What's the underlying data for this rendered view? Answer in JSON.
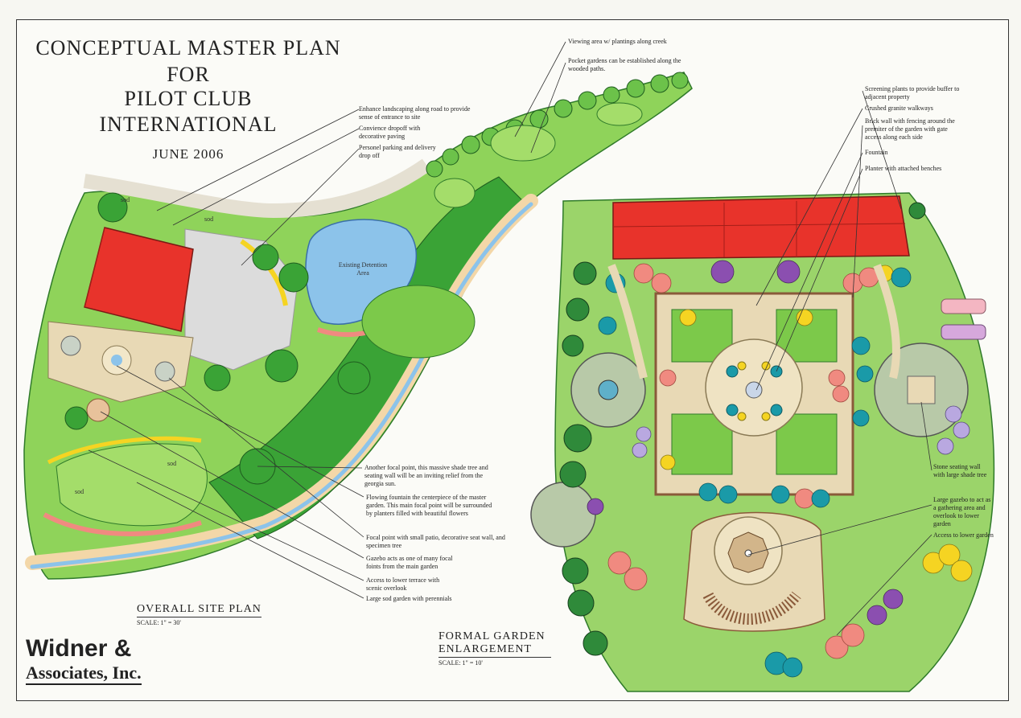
{
  "title": {
    "line1": "CONCEPTUAL MASTER PLAN",
    "line2": "FOR",
    "line3": "PILOT CLUB",
    "line4": "INTERNATIONAL",
    "date": "JUNE 2006"
  },
  "site_plan": {
    "title": "OVERALL SITE PLAN",
    "scale": "SCALE:  1\" = 30'",
    "labels": {
      "sod1": "sod",
      "sod2": "sod",
      "sod3": "sod",
      "sod4": "sod",
      "pond": "Existing Detention Area"
    }
  },
  "garden_plan": {
    "title_line1": "FORMAL GARDEN",
    "title_line2": "ENLARGEMENT",
    "scale": "SCALE:  1\" = 10'"
  },
  "site_notes": [
    "Enhance landscaping along road to provide sense of entrance to site",
    "Convience dropoff with decorative paving",
    "Personel parking and delivery drop off",
    "Viewing area w/ plantings along creek",
    "Pocket gardens can be established along the wooded paths.",
    "Another focal point, this massive shade tree and seating wall  will be an inviting relief from the georgia sun.",
    "Flowing fountain the centerpiece of the master garden. This main focal point will be surrounded by planters filled with beautiful flowers",
    "Focal point with small patio, decorative seat wall, and specimen tree",
    "Gazebo acts as one of many focal foints from the main garden",
    "Access to lower terrace with scenic overlook",
    "Large sod garden with perennials"
  ],
  "garden_notes": [
    "Screening plants to provide buffer to adjacent property",
    "Crushed granite walkways",
    "Brick wall with fencing around the premiter of the garden with gate access along each side",
    "Fountain",
    "Planter with attached benches",
    "Stone seating wall with large shade tree",
    "Large gazebo to act as a gathering area and overlook to lower garden",
    "Access to lower garden"
  ],
  "firm": {
    "line1": "Widner &",
    "line2": "Associates, Inc."
  },
  "colors": {
    "roof": "#e8332b",
    "lawn": "#6cc24a",
    "tree": "#3aa336",
    "water": "#8cc3ea",
    "paving": "#e8d9b5",
    "flower_pink": "#f08a80",
    "flower_yellow": "#f5d422",
    "flower_purple": "#8b4fb0",
    "shrub_teal": "#1a9aa8"
  }
}
